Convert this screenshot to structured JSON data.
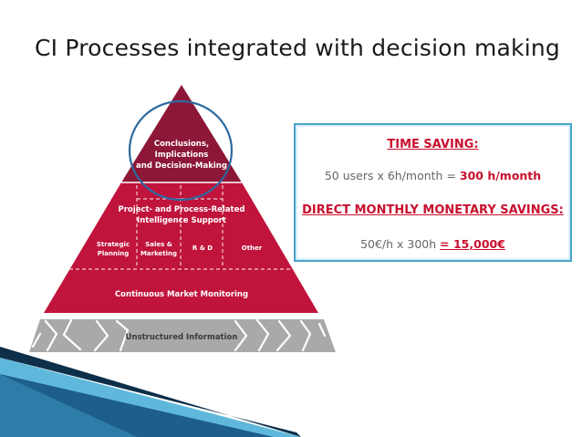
{
  "title": "CI Processes integrated with decision making",
  "pyramid": {
    "apex": [
      "Conclusions,",
      "Implications",
      "and Decision-Making"
    ],
    "support": [
      "Project- and Process-Related",
      "Intelligence Support"
    ],
    "sub_areas": [
      [
        "Strategic",
        "Planning"
      ],
      [
        "Sales &",
        "Marketing"
      ],
      [
        "R & D"
      ],
      [
        "Other"
      ]
    ],
    "monitoring": "Continuous Market Monitoring",
    "base": "Unstructured Information"
  },
  "callout": {
    "heading1": "TIME SAVING:",
    "line1_prefix": "50 users x 6h/month = ",
    "line1_value": "300 h/month",
    "heading2": "DIRECT MONTHLY MONETARY SAVINGS:",
    "line2_prefix": "50€/h x 300h ",
    "line2_value": "= 15,000€"
  },
  "colors": {
    "apex": "#8c1737",
    "body": "#c0143c",
    "base": "#a9a9a9",
    "circle": "#2d6a9f",
    "accent": "#c8102e"
  }
}
